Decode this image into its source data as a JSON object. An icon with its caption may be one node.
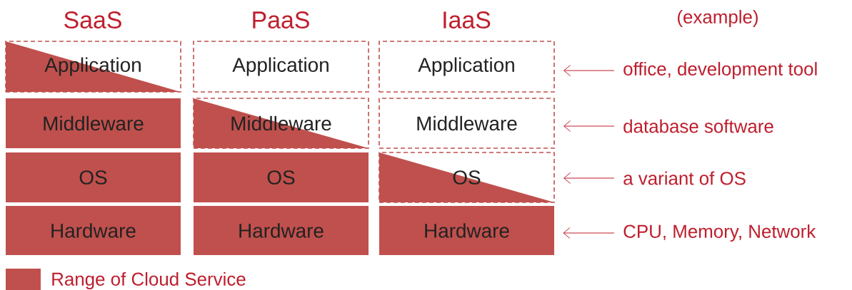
{
  "diagram": {
    "nodes": [
      {
        "text": [
          "Application"
        ]
      },
      {
        "text": [
          "Application"
        ]
      },
      {
        "text": [
          "Application"
        ]
      },
      {
        "text": [
          "office, development tool"
        ]
      },
      {
        "text": [
          "Middleware"
        ]
      },
      {
        "text": [
          "Middleware"
        ]
      },
      {
        "text": [
          "Middleware"
        ]
      },
      {
        "text": [
          "database software"
        ]
      },
      {
        "text": [
          "OS"
        ]
      },
      {
        "text": [
          "OS"
        ]
      },
      {
        "text": [
          "OS"
        ]
      },
      {
        "text": [
          "a variant of OS"
        ]
      },
      {
        "text": [
          "Hardware"
        ]
      },
      {
        "text": [
          "Hardware"
        ]
      },
      {
        "text": [
          "Hardware"
        ]
      },
      {
        "text": [
          "CPU, Memory, Network"
        ]
      }
    ],
    "edges": [
      {
        "from": 3,
        "to": 2,
        "arrow": "to"
      },
      {
        "from": 7,
        "to": 6,
        "arrow": "to"
      },
      {
        "from": 11,
        "to": 10,
        "arrow": "to"
      },
      {
        "from": 15,
        "to": 14,
        "arrow": "to"
      }
    ],
    "labels": [
      "SaaS",
      "PaaS",
      "IaaS",
      "(example)"
    ],
    "legend": [
      {
        "text": "Range of Cloud Service",
        "color": "#c0504d"
      }
    ]
  }
}
